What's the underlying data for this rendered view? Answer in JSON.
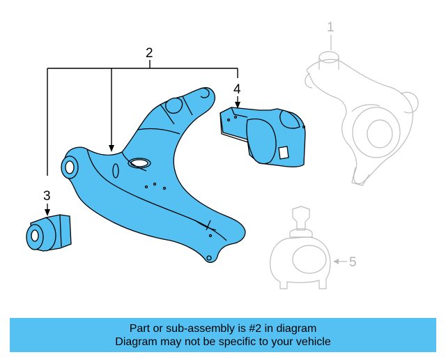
{
  "callouts": {
    "c1": "1",
    "c2": "2",
    "c3": "3",
    "c4": "4",
    "c5": "5"
  },
  "colors": {
    "highlight": "#55c1f3",
    "part_fill": "#55c1f3",
    "line": "#000000",
    "faded_line": "#bdbdbd"
  },
  "banner": {
    "line1": "Part or sub-assembly is #2 in diagram",
    "line2": "Diagram may not be specific to your vehicle"
  }
}
